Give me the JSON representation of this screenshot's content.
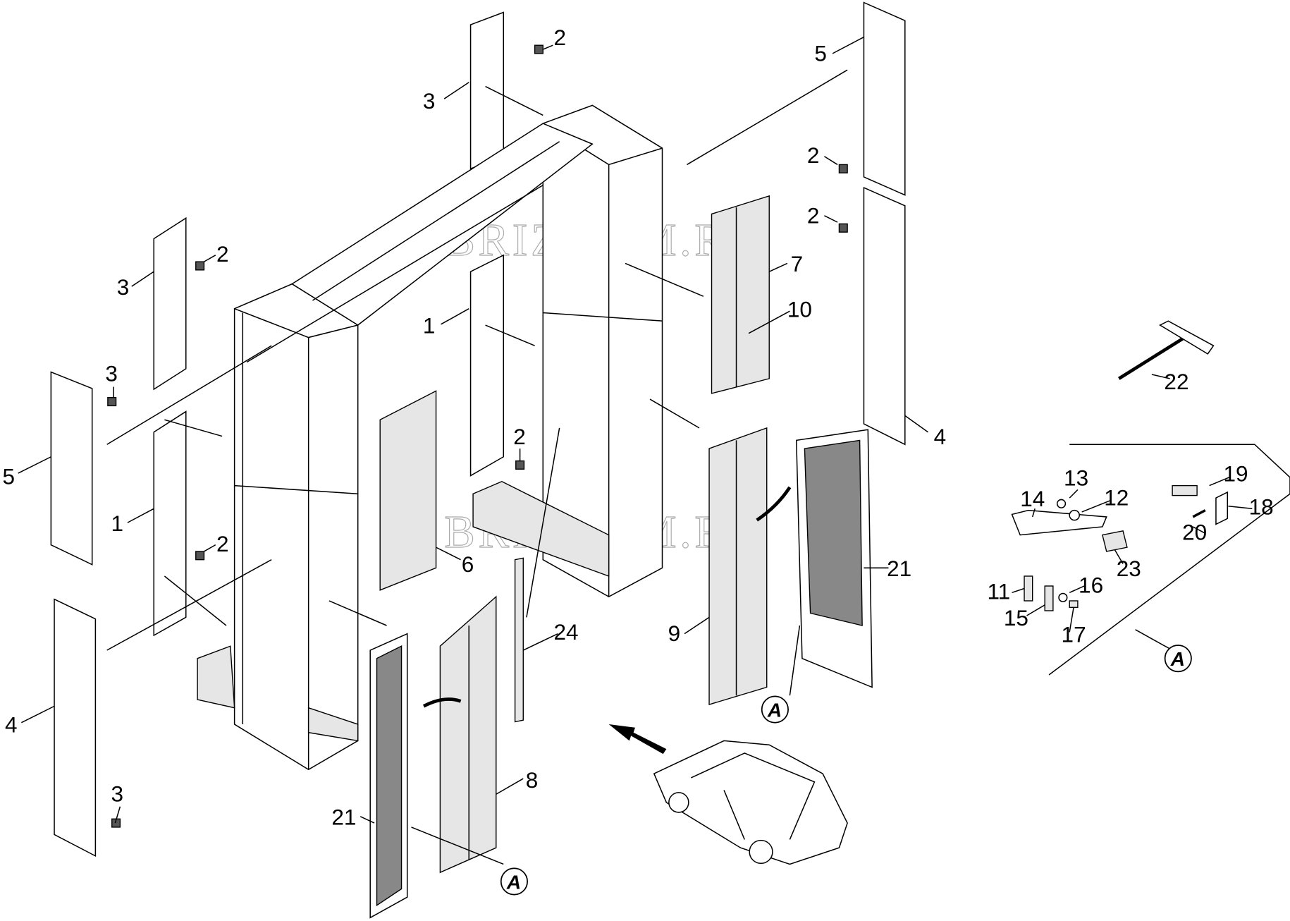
{
  "title": "Exploded parts diagram",
  "watermark": "BRIZOOM.RU",
  "callouts": [
    "2",
    "3",
    "5",
    "2",
    "2",
    "2",
    "3",
    "7",
    "10",
    "1",
    "3",
    "22",
    "4",
    "2",
    "5",
    "13",
    "19",
    "14",
    "12",
    "18",
    "20",
    "1",
    "2",
    "6",
    "21",
    "23",
    "11",
    "16",
    "15",
    "17",
    "24",
    "9",
    "4",
    "8",
    "3",
    "21"
  ],
  "detail_marker": "A",
  "detail_refs": [
    "A",
    "A",
    "A"
  ]
}
